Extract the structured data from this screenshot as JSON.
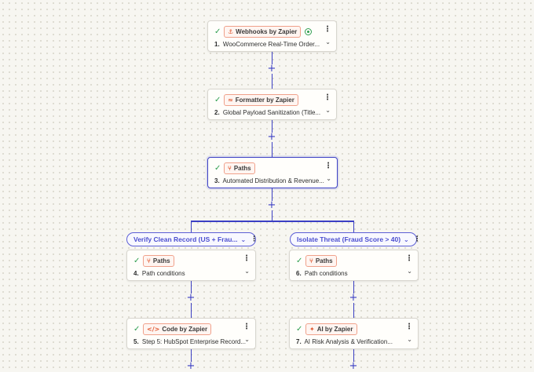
{
  "steps": [
    {
      "app": "Webhooks by Zapier",
      "app_icon": "webhook-icon",
      "num": "1.",
      "title": "WooCommerce Real-Time Order..."
    },
    {
      "app": "Formatter by Zapier",
      "app_icon": "formatter-icon",
      "num": "2.",
      "title": "Global Payload Sanitization (Title..."
    },
    {
      "app": "Paths",
      "app_icon": "paths-icon",
      "num": "3.",
      "title": "Automated Distribution & Revenue..."
    },
    {
      "app": "Paths",
      "app_icon": "paths-icon",
      "num": "4.",
      "title": "Path conditions"
    },
    {
      "app": "Paths",
      "app_icon": "paths-icon",
      "num": "6.",
      "title": "Path conditions"
    },
    {
      "app": "Code by Zapier",
      "app_icon": "code-icon",
      "num": "5.",
      "title": "Step 5: HubSpot Enterprise Record..."
    },
    {
      "app": "AI by Zapier",
      "app_icon": "ai-icon",
      "num": "7.",
      "title": "AI Risk Analysis & Verification..."
    }
  ],
  "paths": [
    {
      "label": "Verify Clean Record (US + Frau..."
    },
    {
      "label": "Isolate Threat (Fraud Score > 40)"
    }
  ],
  "glyphs": {
    "check": "✓",
    "kebab": "⋮",
    "chevron": "⌄",
    "plus": "+",
    "path_chev": "⌄"
  },
  "colors": {
    "accent": "#3b3fc4",
    "success": "#2f9e4f",
    "app_border": "#f0a18b"
  }
}
